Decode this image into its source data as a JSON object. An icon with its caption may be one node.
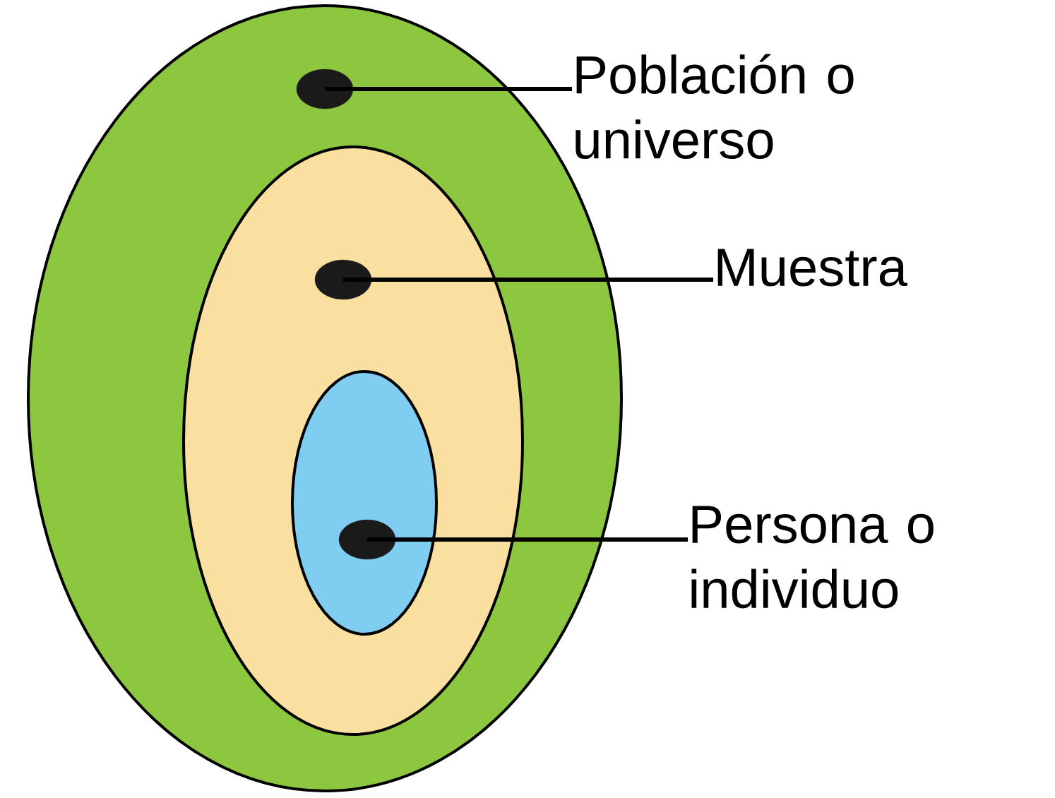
{
  "diagram": {
    "nodes": [
      {
        "text": [],
        "shape": "ellipse"
      },
      {
        "text": [],
        "shape": "dot",
        "in": 0
      },
      {
        "text": [],
        "shape": "ellipse",
        "in": 0
      },
      {
        "text": [],
        "shape": "dot",
        "in": 2
      },
      {
        "text": [],
        "shape": "ellipse",
        "in": 2
      },
      {
        "text": [],
        "shape": "dot",
        "in": 4
      },
      {
        "text": [
          "Población o universo"
        ]
      },
      {
        "text": [
          "Muestra"
        ]
      },
      {
        "text": [
          "Persona o individuo"
        ]
      }
    ],
    "edges": [
      {
        "from": 6,
        "to": 1,
        "arrow": "none"
      },
      {
        "from": 7,
        "to": 3,
        "arrow": "none"
      },
      {
        "from": 8,
        "to": 5,
        "arrow": "none"
      }
    ]
  }
}
